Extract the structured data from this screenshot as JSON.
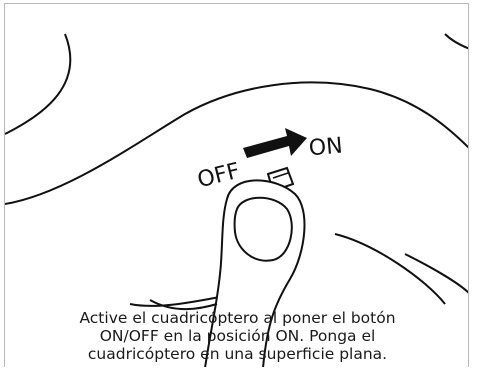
{
  "illustration": {
    "switch_off_label": "OFF",
    "switch_on_label": "ON"
  },
  "caption": {
    "line1": "Active el cuadricóptero al poner el botón",
    "line2": "ON/OFF en la posición ON. Ponga el",
    "line3": "cuadricóptero en una superficie plana."
  }
}
